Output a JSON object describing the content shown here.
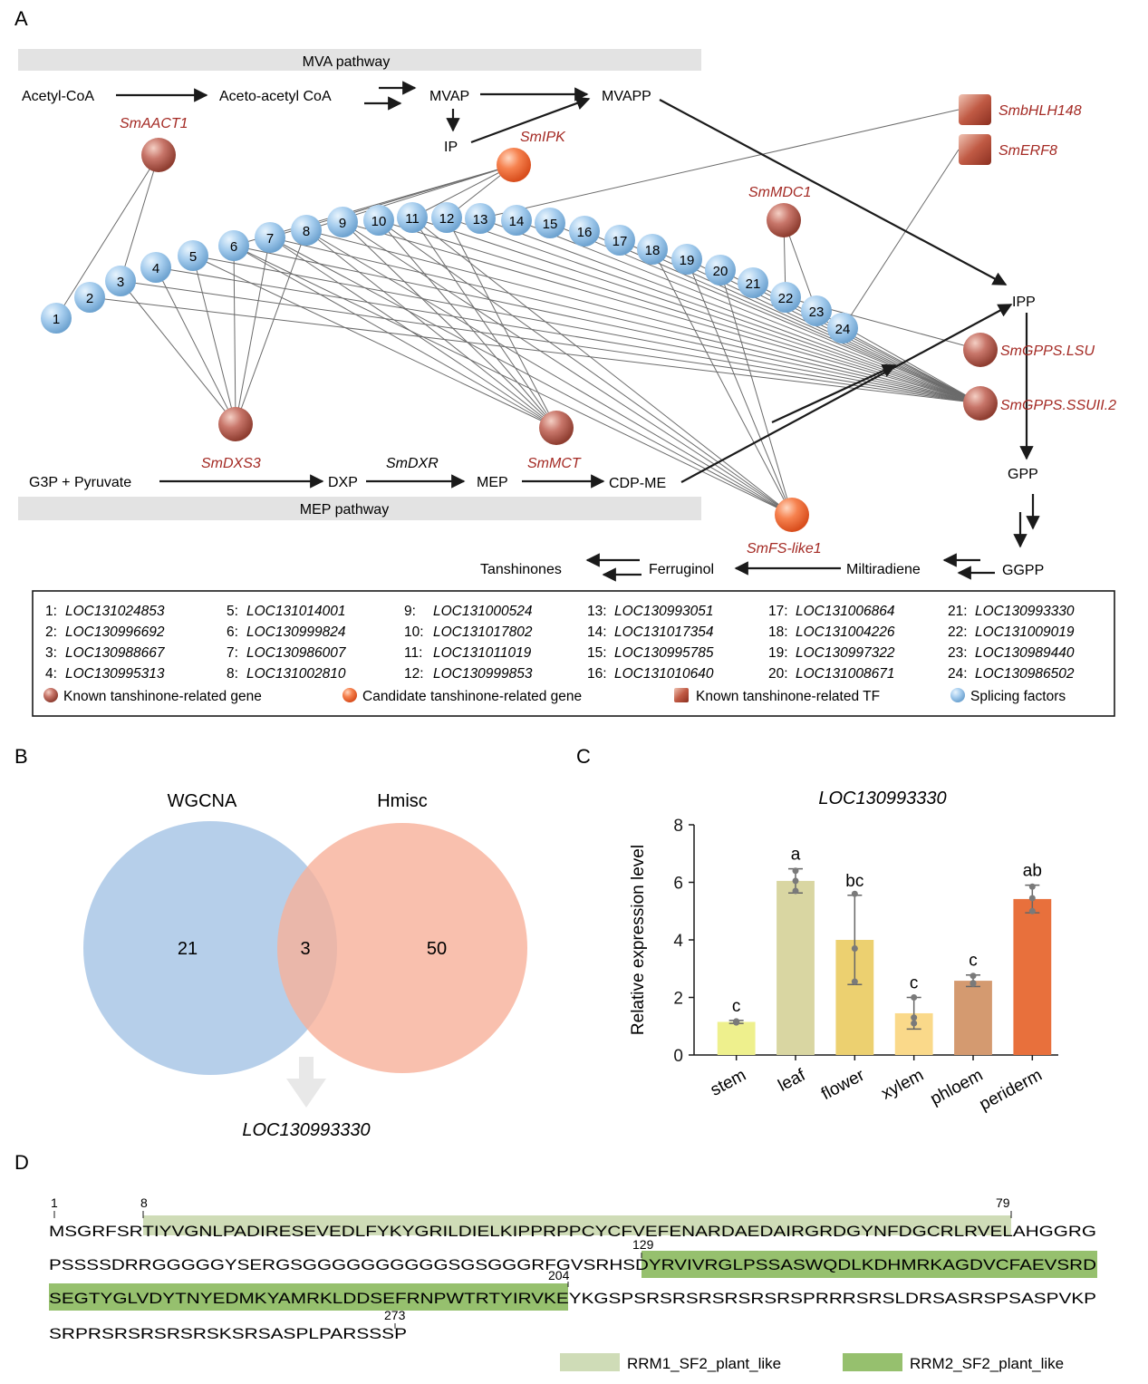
{
  "panels": {
    "a": "A",
    "b": "B",
    "c": "C",
    "d": "D"
  },
  "colors": {
    "known_gene": "#c06a5a",
    "candidate_gene": "#f07a4e",
    "tf": "#b8503f",
    "splicing": "#9fc9ea",
    "label_red": "#a42a24",
    "wgcna": "#a9c7e6",
    "hmisc": "#f7b09a",
    "rrm1": "#cfdcb7",
    "rrm2": "#96c06e"
  },
  "pathway": {
    "mva_title": "MVA pathway",
    "mep_title": "MEP pathway",
    "nodes": {
      "acetyl_coa": "Acetyl-CoA",
      "acetoacetyl_coa": "Aceto-acetyl CoA",
      "mvap": "MVAP",
      "mvapp": "MVAPP",
      "ip": "IP",
      "ipp": "IPP",
      "gpp": "GPP",
      "ggpp": "GGPP",
      "miltiradiene": "Miltiradiene",
      "ferruginol": "Ferruginol",
      "tanshinones": "Tanshinones",
      "g3p": "G3P + Pyruvate",
      "dxp": "DXP",
      "mep": "MEP",
      "cdp_me": "CDP-ME",
      "smdxr": "SmDXR"
    },
    "genes": {
      "smaact1": "SmAACT1",
      "smipk": "SmIPK",
      "smmdc1": "SmMDC1",
      "smbhlh148": "SmbHLH148",
      "smerf8": "SmERF8",
      "smgpps_lsu": "SmGPPS.LSU",
      "smgpps_ssuii2": "SmGPPS.SSUII.2",
      "smdxs3": "SmDXS3",
      "smmct": "SmMCT",
      "smfs_like1": "SmFS-like1"
    },
    "splicing_factor_numbers": [
      "1",
      "2",
      "3",
      "4",
      "5",
      "6",
      "7",
      "8",
      "9",
      "10",
      "11",
      "12",
      "13",
      "14",
      "15",
      "16",
      "17",
      "18",
      "19",
      "20",
      "21",
      "22",
      "23",
      "24"
    ]
  },
  "legend": {
    "loci": [
      {
        "num": "1:",
        "id": "LOC131024853"
      },
      {
        "num": "2:",
        "id": "LOC130996692"
      },
      {
        "num": "3:",
        "id": "LOC130988667"
      },
      {
        "num": "4:",
        "id": "LOC130995313"
      },
      {
        "num": "5:",
        "id": "LOC131014001"
      },
      {
        "num": "6:",
        "id": "LOC130999824"
      },
      {
        "num": "7:",
        "id": "LOC130986007"
      },
      {
        "num": "8:",
        "id": "LOC131002810"
      },
      {
        "num": "9:",
        "id": "LOC131000524"
      },
      {
        "num": "10:",
        "id": "LOC131017802"
      },
      {
        "num": "11:",
        "id": "LOC131011019"
      },
      {
        "num": "12:",
        "id": "LOC130999853"
      },
      {
        "num": "13:",
        "id": "LOC130993051"
      },
      {
        "num": "14:",
        "id": "LOC131017354"
      },
      {
        "num": "15:",
        "id": "LOC130995785"
      },
      {
        "num": "16:",
        "id": "LOC131010640"
      },
      {
        "num": "17:",
        "id": "LOC131006864"
      },
      {
        "num": "18:",
        "id": "LOC131004226"
      },
      {
        "num": "19:",
        "id": "LOC130997322"
      },
      {
        "num": "20:",
        "id": "LOC131008671"
      },
      {
        "num": "21:",
        "id": "LOC130993330"
      },
      {
        "num": "22:",
        "id": "LOC131009019"
      },
      {
        "num": "23:",
        "id": "LOC130989440"
      },
      {
        "num": "24:",
        "id": "LOC130986502"
      }
    ],
    "types": {
      "known": "Known tanshinone-related gene",
      "candidate": "Candidate tanshinone-related gene",
      "tf": "Known tanshinone-related TF",
      "splicing": "Splicing factors"
    }
  },
  "venn": {
    "left_label": "WGCNA",
    "right_label": "Hmisc",
    "left_only": "21",
    "overlap": "3",
    "right_only": "50",
    "result": "LOC130993330"
  },
  "chart_data": {
    "type": "bar",
    "title": "LOC130993330",
    "ylabel": "Relative expression level",
    "xlabel": "",
    "ylim": [
      0,
      8
    ],
    "yticks": [
      "0",
      "2",
      "4",
      "6",
      "8"
    ],
    "categories": [
      "stem",
      "leaf",
      "flower",
      "xylem",
      "phloem",
      "periderm"
    ],
    "values": [
      1.15,
      6.05,
      4.0,
      1.45,
      2.58,
      5.42
    ],
    "errors": [
      0.05,
      0.42,
      1.55,
      0.55,
      0.2,
      0.48
    ],
    "points": [
      [
        1.13,
        1.17,
        1.15
      ],
      [
        6.4,
        6.05,
        5.7
      ],
      [
        5.6,
        3.7,
        2.55
      ],
      [
        2.0,
        1.1,
        1.3
      ],
      [
        2.75,
        2.48,
        2.5
      ],
      [
        5.85,
        5.45,
        5.0
      ]
    ],
    "sig_letters": [
      "c",
      "a",
      "bc",
      "c",
      "c",
      "ab"
    ],
    "colors": [
      "#eef08d",
      "#d9d6a2",
      "#ecd070",
      "#fad98a",
      "#d49a70",
      "#e8703c"
    ],
    "grid": false
  },
  "sequence": {
    "lines": [
      "MSGRFSRTIYVGNLPADIRESEVEDLFYKYGRILDIELKIPPRPPCYCFVEFENARDAEDAIRGRDGYNFDGCRLRVELAHGGRG",
      "PSSSSDRRGGGGGYSERGSGGGGGGGGGGSGSGGGRFGVSRHSDYRVIVRGLPSSASWQDLKDHMRKAGDVCFAEVSRD",
      "SEGTYGLVDYTNYEDMKYAMRKLDDSEFRNPWTRTYIRVKEYKGSPSRSRSRSRSRSRSPRRRSRSLDRSASRSPSASPVKP",
      "SRPRSRSRSRSRSKSRSASPLPARSSSP"
    ],
    "position_labels": [
      "1",
      "8",
      "79",
      "129",
      "204",
      "273"
    ],
    "domains": {
      "rrm1": "RRM1_SF2_plant_like",
      "rrm2": "RRM2_SF2_plant_like"
    }
  }
}
